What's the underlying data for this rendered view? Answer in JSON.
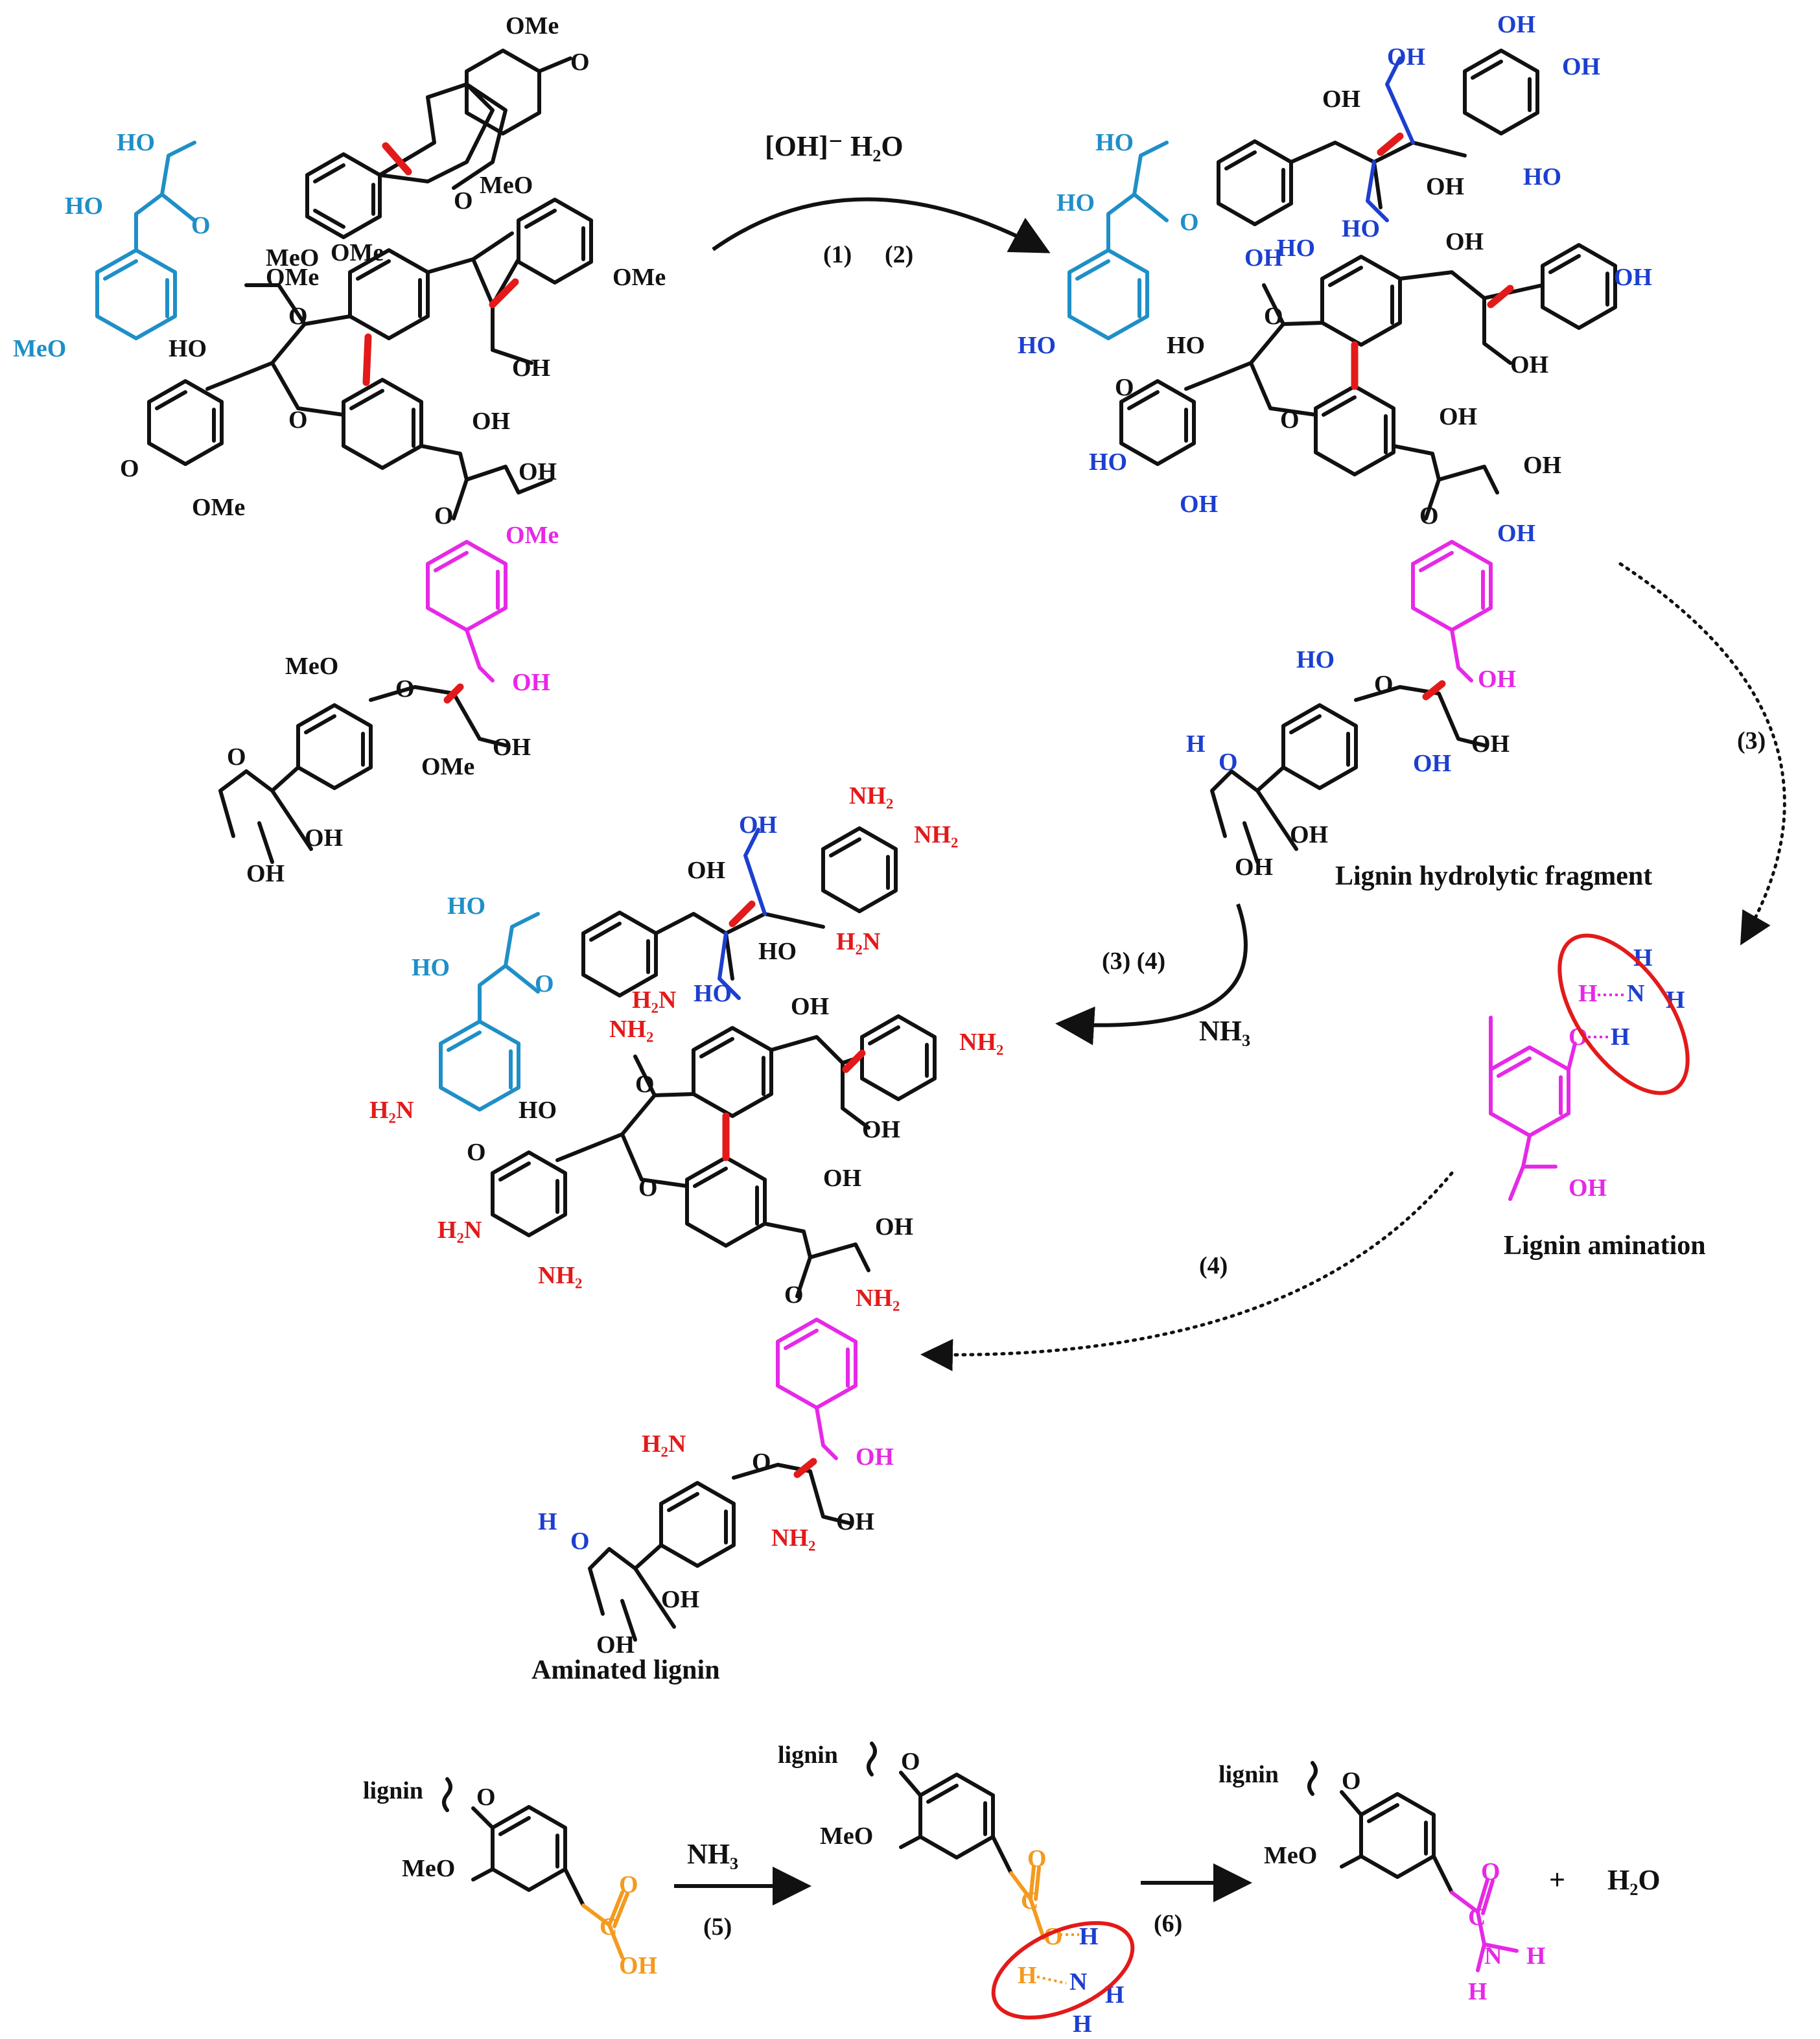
{
  "colors": {
    "black": "#111111",
    "blue": "#1c3fd0",
    "cyan": "#1f8fc7",
    "magenta": "#e629e6",
    "red": "#e31a1a",
    "orange": "#f39a1f"
  },
  "steps": {
    "reagent_top": "[OH]⁻ H₂O",
    "step1": "(1)",
    "step2": "(2)",
    "step3": "(3)",
    "step4": "(4)",
    "step34": "(3) (4)",
    "nh3": "NH₃",
    "step5": "(5)",
    "step6": "(6)",
    "plus": "+",
    "water": "H₂O"
  },
  "captions": {
    "hydrolytic": "Lignin hydrolytic fragment",
    "amination": "Lignin amination",
    "aminated": "Aminated lignin"
  },
  "atoms": {
    "ome": "OMe",
    "meo": "MeO",
    "oh": "OH",
    "ho": "HO",
    "o": "O",
    "h": "H",
    "n": "N",
    "c": "C",
    "nh2": "NH₂",
    "h2n": "H₂N",
    "lignin": "lignin"
  }
}
